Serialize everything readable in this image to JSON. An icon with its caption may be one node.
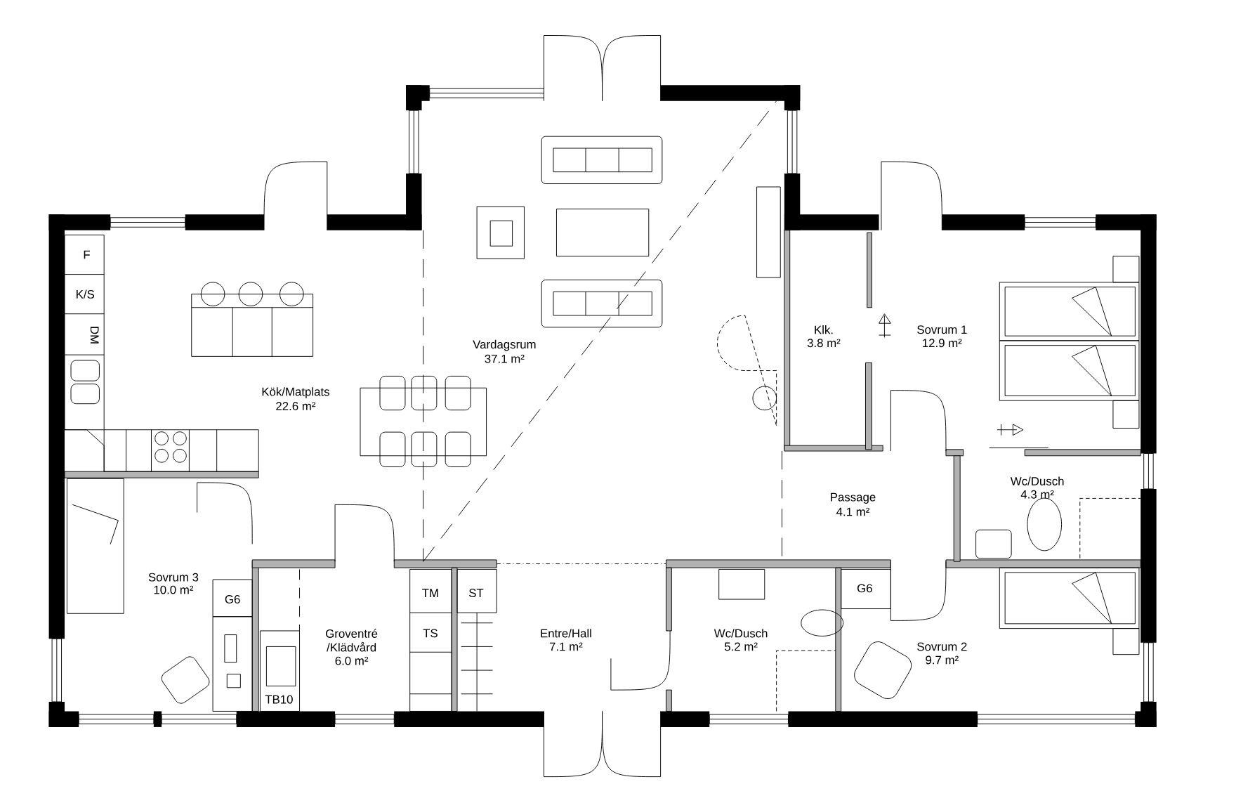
{
  "diagram": {
    "labels": [
      "F",
      "K/S",
      "DM",
      "Vardagsrum",
      "37.1 m²",
      "Klk.",
      "3.8 m²",
      "Sovrum 1",
      "12.9 m²",
      "Kök/Matplats",
      "22.6 m²",
      "Wc/Dusch",
      "4.3 m²",
      "Passage",
      "4.1 m²",
      "Sovrum 3",
      "10.0 m²",
      "G6",
      "TM",
      "ST",
      "G6",
      "TS",
      "Entre/Hall",
      "7.1 m²",
      "Wc/Dusch",
      "5.2 m²",
      "Groventré /Klädvård",
      "6.0 m²",
      "Sovrum 2",
      "9.7 m²",
      "TB10"
    ]
  }
}
